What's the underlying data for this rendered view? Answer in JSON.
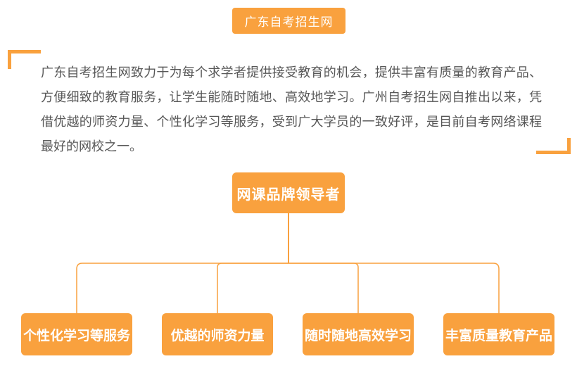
{
  "accent_color": "#F9A13E",
  "header": {
    "badge_label": "广东自考招生网"
  },
  "intro": {
    "text": "广东自考招生网致力于为每个求学者提供接受教育的机会，提供丰富有质量的教育产品、方便细致的教育服务，让学生能随时随地、高效地学习。广州自考招生网自推出以来，凭借优越的师资力量、个性化学习等服务，受到广大学员的一致好评，是目前自考网络课程最好的网校之一。"
  },
  "diagram": {
    "root_label": "网课品牌领导者",
    "children": [
      "个性化学习等服务",
      "优越的师资力量",
      "随时随地高效学习",
      "丰富质量教育产品"
    ]
  }
}
